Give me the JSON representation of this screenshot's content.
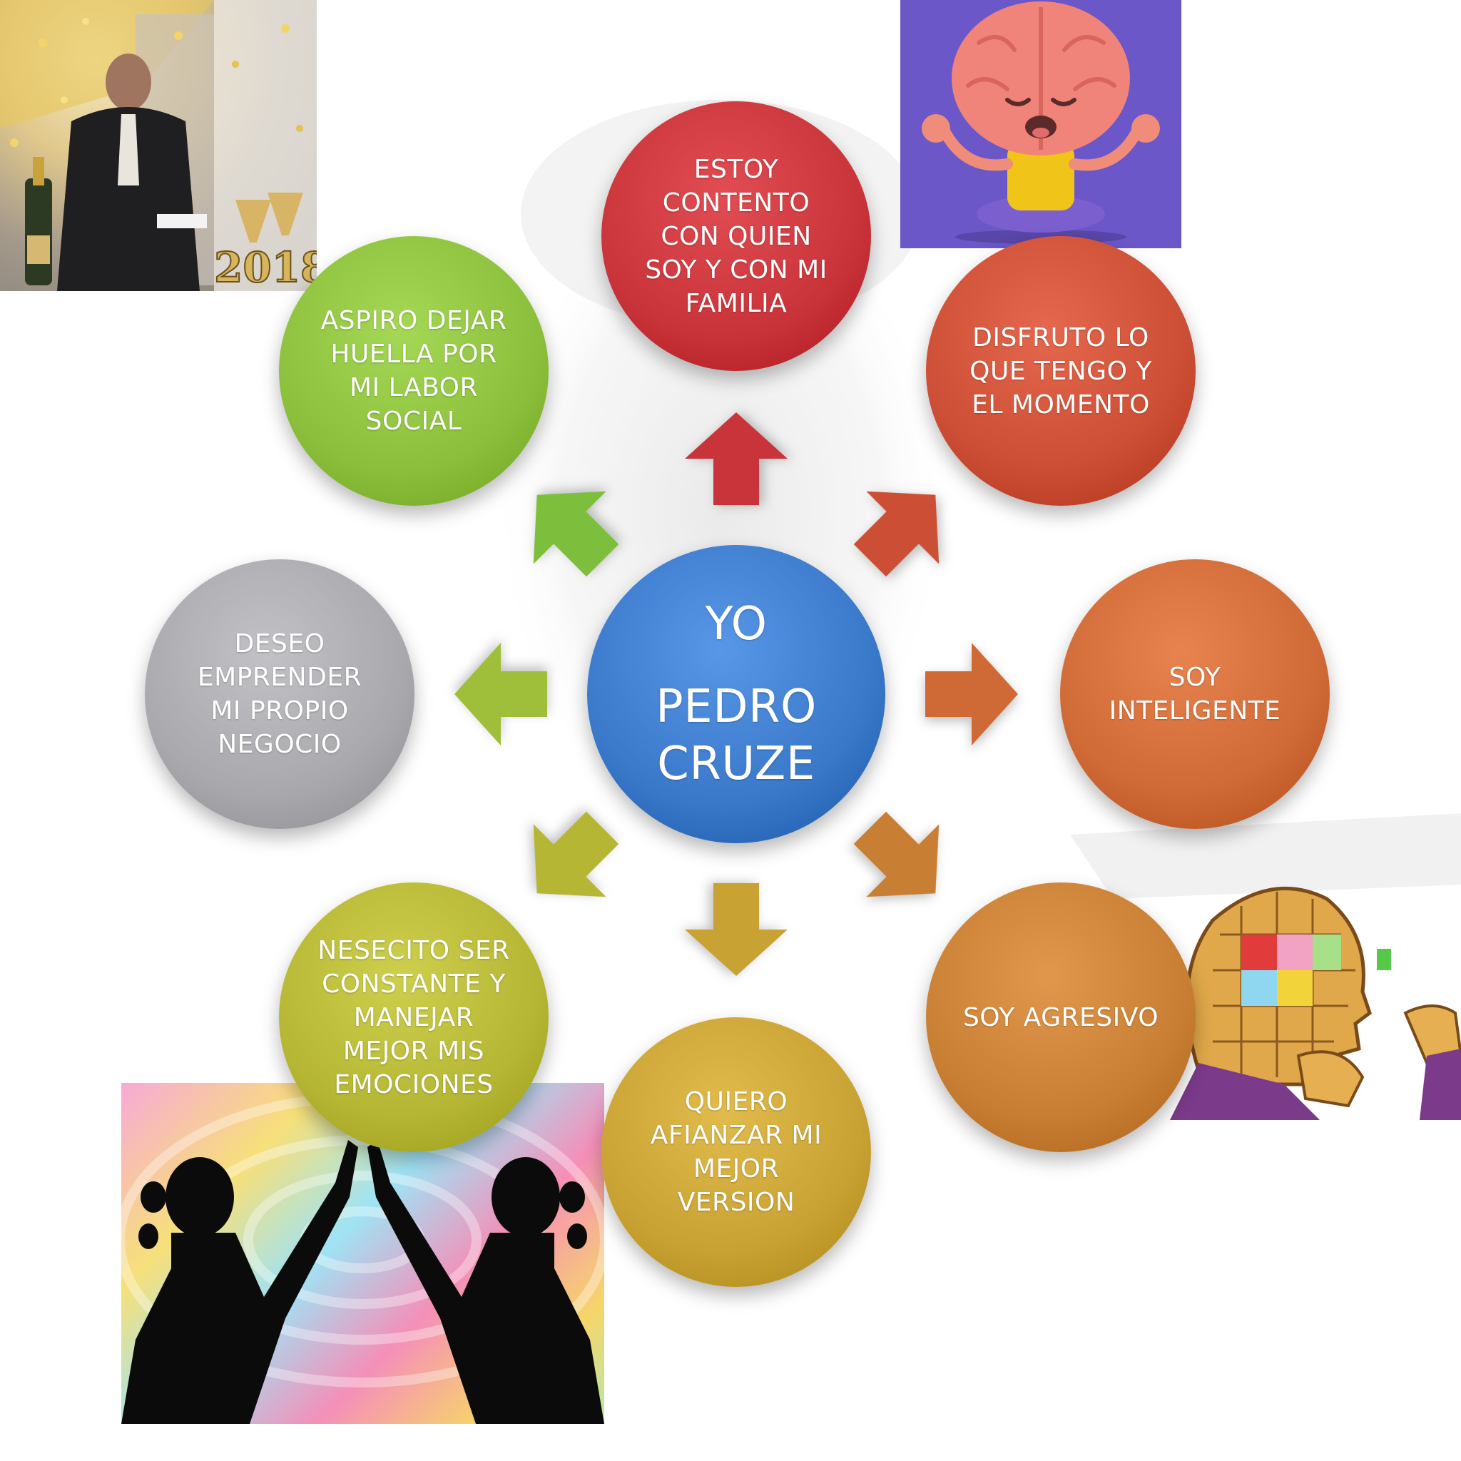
{
  "center": {
    "line1": "YO",
    "line2": "PEDRO\nCRUZE",
    "color": "#3a78c9"
  },
  "bubbles": [
    {
      "id": "top",
      "text": "ESTOY\nCONTENTO\nCON QUIEN\nSOY  Y CON MI\nFAMILIA",
      "color": "#c8343a"
    },
    {
      "id": "top-right",
      "text": "DISFRUTO LO\nQUE TENGO Y\nEL MOMENTO",
      "color": "#cc4f35"
    },
    {
      "id": "right",
      "text": "SOY\nINTELIGENTE",
      "color": "#cf6a36"
    },
    {
      "id": "bottom-right",
      "text": "SOY AGRESIVO",
      "color": "#c87f34"
    },
    {
      "id": "bottom",
      "text": "QUIERO\nAFIANZAR MI\nMEJOR\nVERSION",
      "color": "#c9a234"
    },
    {
      "id": "bottom-left",
      "text": "NESECITO SER\nCONSTANTE Y\nMANEJAR\nMEJOR MIS\nEMOCIONES",
      "color": "#b4b634"
    },
    {
      "id": "left",
      "text": "DESEO\nEMPRENDER\nMI PROPIO\nNEGOCIO",
      "color": "#a9a9ad"
    },
    {
      "id": "top-left",
      "text": "ASPIRO DEJAR\nHUELLA POR\nMI LABOR\nSOCIAL",
      "color": "#8bbf3c"
    }
  ],
  "arrow_colors": {
    "top": "#c8343a",
    "top-right": "#cc4f35",
    "right": "#cf6a36",
    "bottom-right": "#c87f34",
    "bottom": "#c9a234",
    "bottom-left": "#b4b634",
    "left": "#9fbf3a",
    "top-left": "#7dbf3c"
  },
  "photos": {
    "celebration": {
      "year_text": "2018"
    }
  }
}
